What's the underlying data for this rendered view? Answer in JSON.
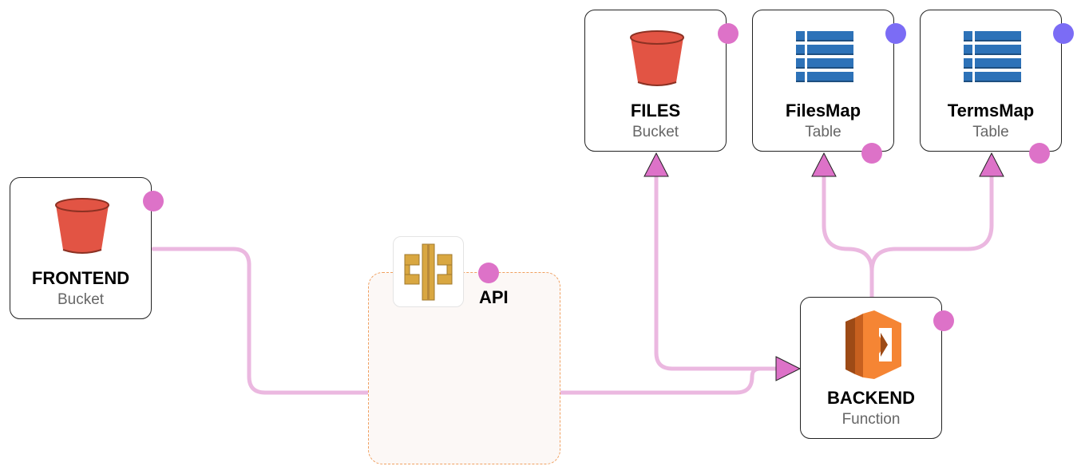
{
  "nodes": {
    "frontend": {
      "title": "FRONTEND",
      "subtitle": "Bucket",
      "icon": "s3-bucket-icon"
    },
    "files": {
      "title": "FILES",
      "subtitle": "Bucket",
      "icon": "s3-bucket-icon"
    },
    "filesmap": {
      "title": "FilesMap",
      "subtitle": "Table",
      "icon": "dynamodb-table-icon"
    },
    "termsmap": {
      "title": "TermsMap",
      "subtitle": "Table",
      "icon": "dynamodb-table-icon"
    },
    "backend": {
      "title": "BACKEND",
      "subtitle": "Function",
      "icon": "lambda-function-icon"
    },
    "api": {
      "title": "API",
      "icon": "api-gateway-icon"
    }
  },
  "colors": {
    "edge": "#ebb8e0",
    "arrow": "#dd72c8",
    "port_pink": "#dd72c8",
    "port_purple": "#7b6cf5",
    "bucket": "#e25444",
    "table": "#2d72b8",
    "lambda": "#f58534",
    "api_gateway": "#d9a741",
    "api_box_border": "#f0a060",
    "api_box_fill": "#fcf8f6"
  }
}
